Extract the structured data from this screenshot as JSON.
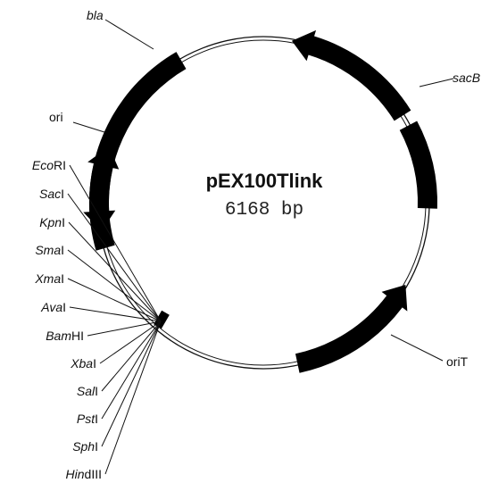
{
  "plasmid": {
    "name": "pEX100Tlink",
    "size": "6168 bp"
  },
  "features": {
    "bla": "bla",
    "sacB": "sacB",
    "ori": "ori",
    "oriT": "oriT"
  },
  "sites": [
    {
      "italic": "Eco",
      "suffix": "RI"
    },
    {
      "italic": "Sac",
      "suffix": "I"
    },
    {
      "italic": "Kpn",
      "suffix": "I"
    },
    {
      "italic": "Sma",
      "suffix": "I"
    },
    {
      "italic": "Xma",
      "suffix": "I"
    },
    {
      "italic": "Ava",
      "suffix": "I"
    },
    {
      "italic": "Bam",
      "suffix": "HI"
    },
    {
      "italic": "Xba",
      "suffix": "I"
    },
    {
      "italic": "Sal",
      "suffix": "I"
    },
    {
      "italic": "Pst",
      "suffix": "I"
    },
    {
      "italic": "Sph",
      "suffix": "I"
    },
    {
      "italic": "Hin",
      "suffix": "dIII"
    }
  ],
  "colors": {
    "ink": "#111111",
    "background": "#ffffff"
  }
}
